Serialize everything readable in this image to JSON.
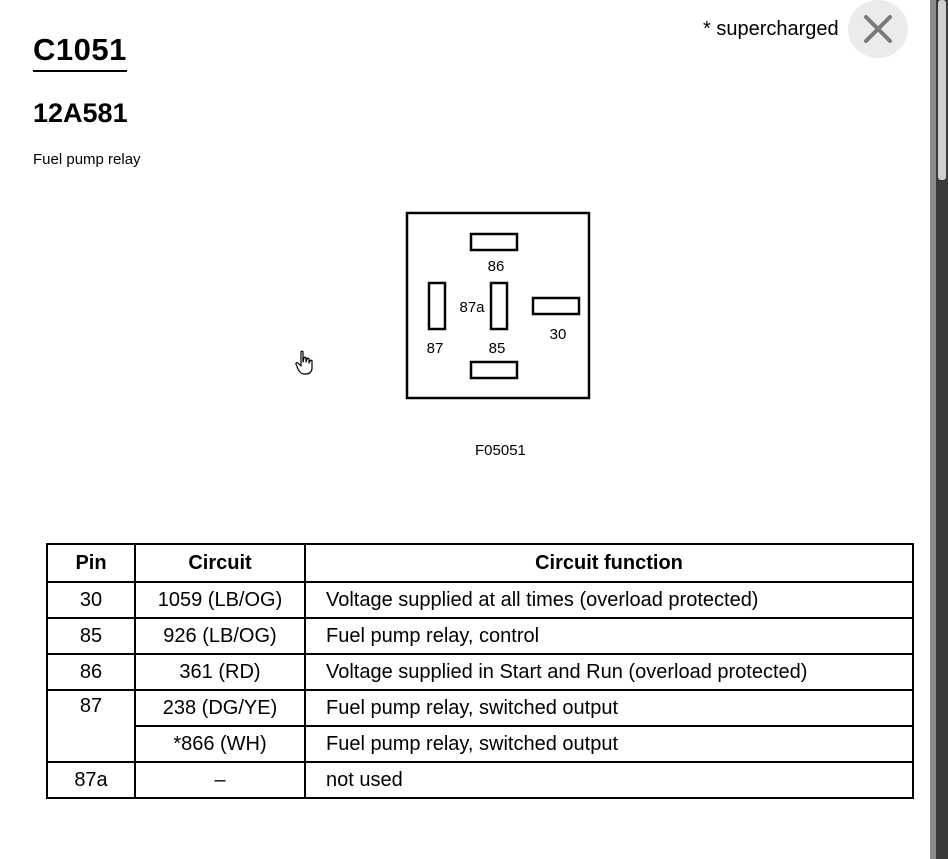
{
  "header": {
    "connector_id": "C1051",
    "part_number": "12A581",
    "description": "Fuel pump relay",
    "note": "* supercharged"
  },
  "diagram": {
    "figure_id": "F05051",
    "terminal_labels": {
      "t86": "86",
      "t87a": "87a",
      "t30": "30",
      "t87": "87",
      "t85": "85"
    }
  },
  "table": {
    "headers": {
      "pin": "Pin",
      "circuit": "Circuit",
      "function": "Circuit function"
    },
    "rows": [
      {
        "pin": "30",
        "circuit": "1059 (LB/OG)",
        "function": "Voltage supplied at all times (overload protected)"
      },
      {
        "pin": "85",
        "circuit": "926 (LB/OG)",
        "function": "Fuel pump relay, control"
      },
      {
        "pin": "86",
        "circuit": "361 (RD)",
        "function": "Voltage supplied in Start and Run (overload protected)"
      },
      {
        "pin": "87",
        "circuit": "238 (DG/YE)",
        "function": "Fuel pump relay, switched output"
      },
      {
        "pin": "",
        "circuit": "*866 (WH)",
        "function": "Fuel pump relay, switched output"
      },
      {
        "pin": "87a",
        "circuit": "–",
        "function": "not used"
      }
    ]
  },
  "icons": {
    "close": "close-icon",
    "cursor": "hand-pointer-icon"
  }
}
